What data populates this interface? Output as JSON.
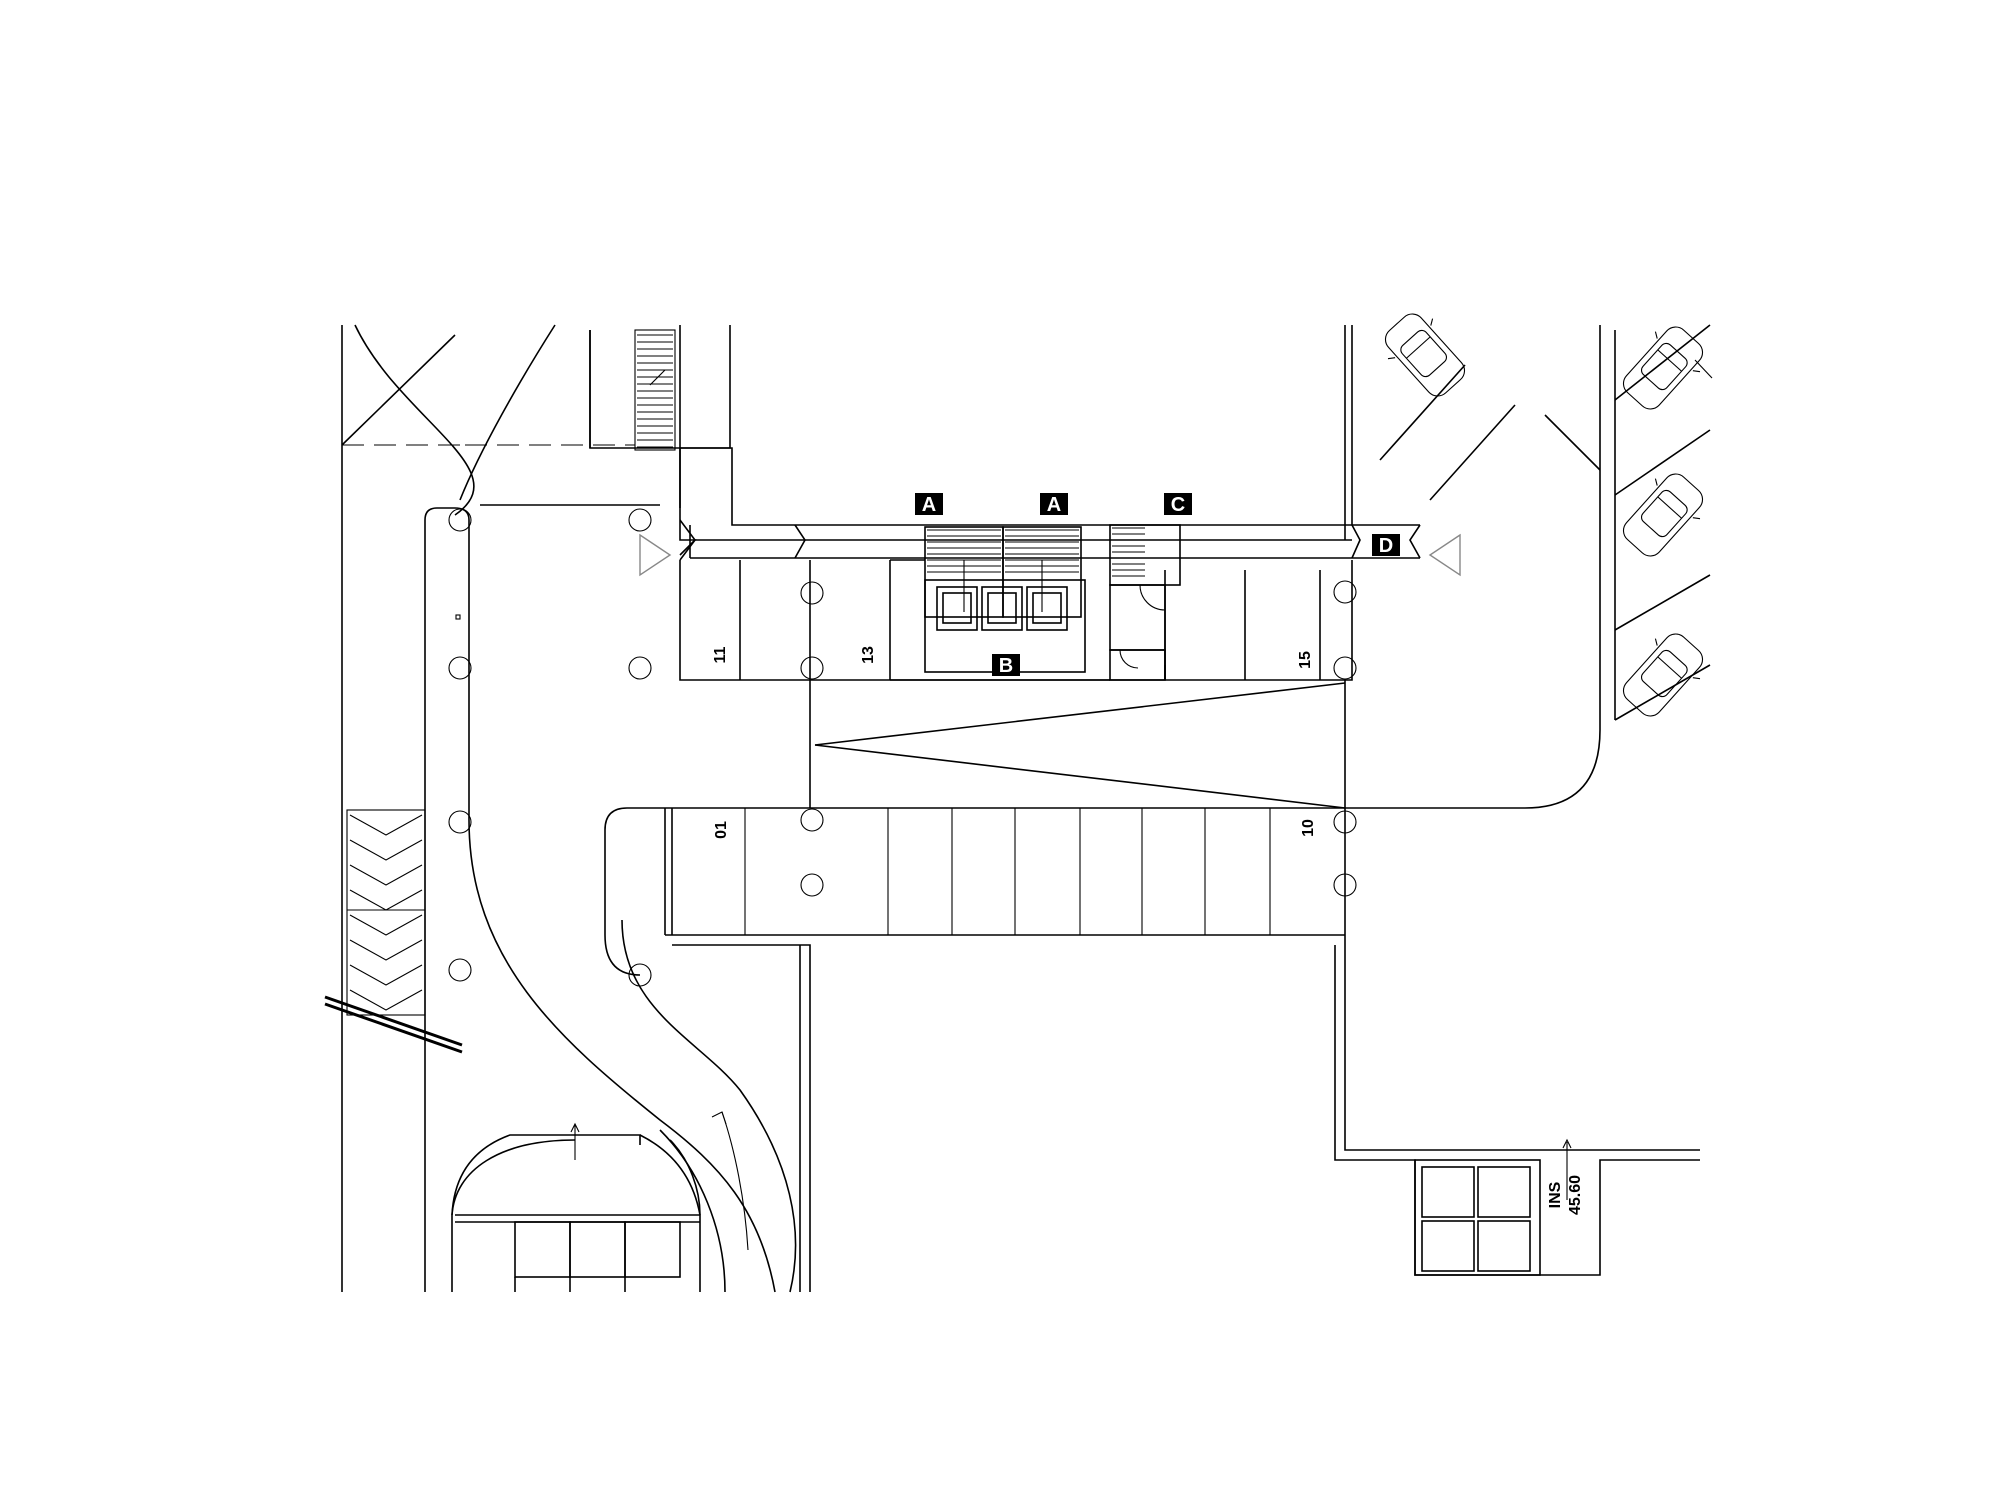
{
  "core_labels": {
    "stair_a_west": "A",
    "stair_a_east": "A",
    "stair_c": "C",
    "lift_lobby_b": "B",
    "exit_d": "D"
  },
  "bay_numbers": {
    "north_first": "11",
    "north_second": "13",
    "north_last": "15",
    "south_first": "01",
    "south_last": "10"
  },
  "level_marker": {
    "prefix": "INS",
    "value": "45.60"
  }
}
